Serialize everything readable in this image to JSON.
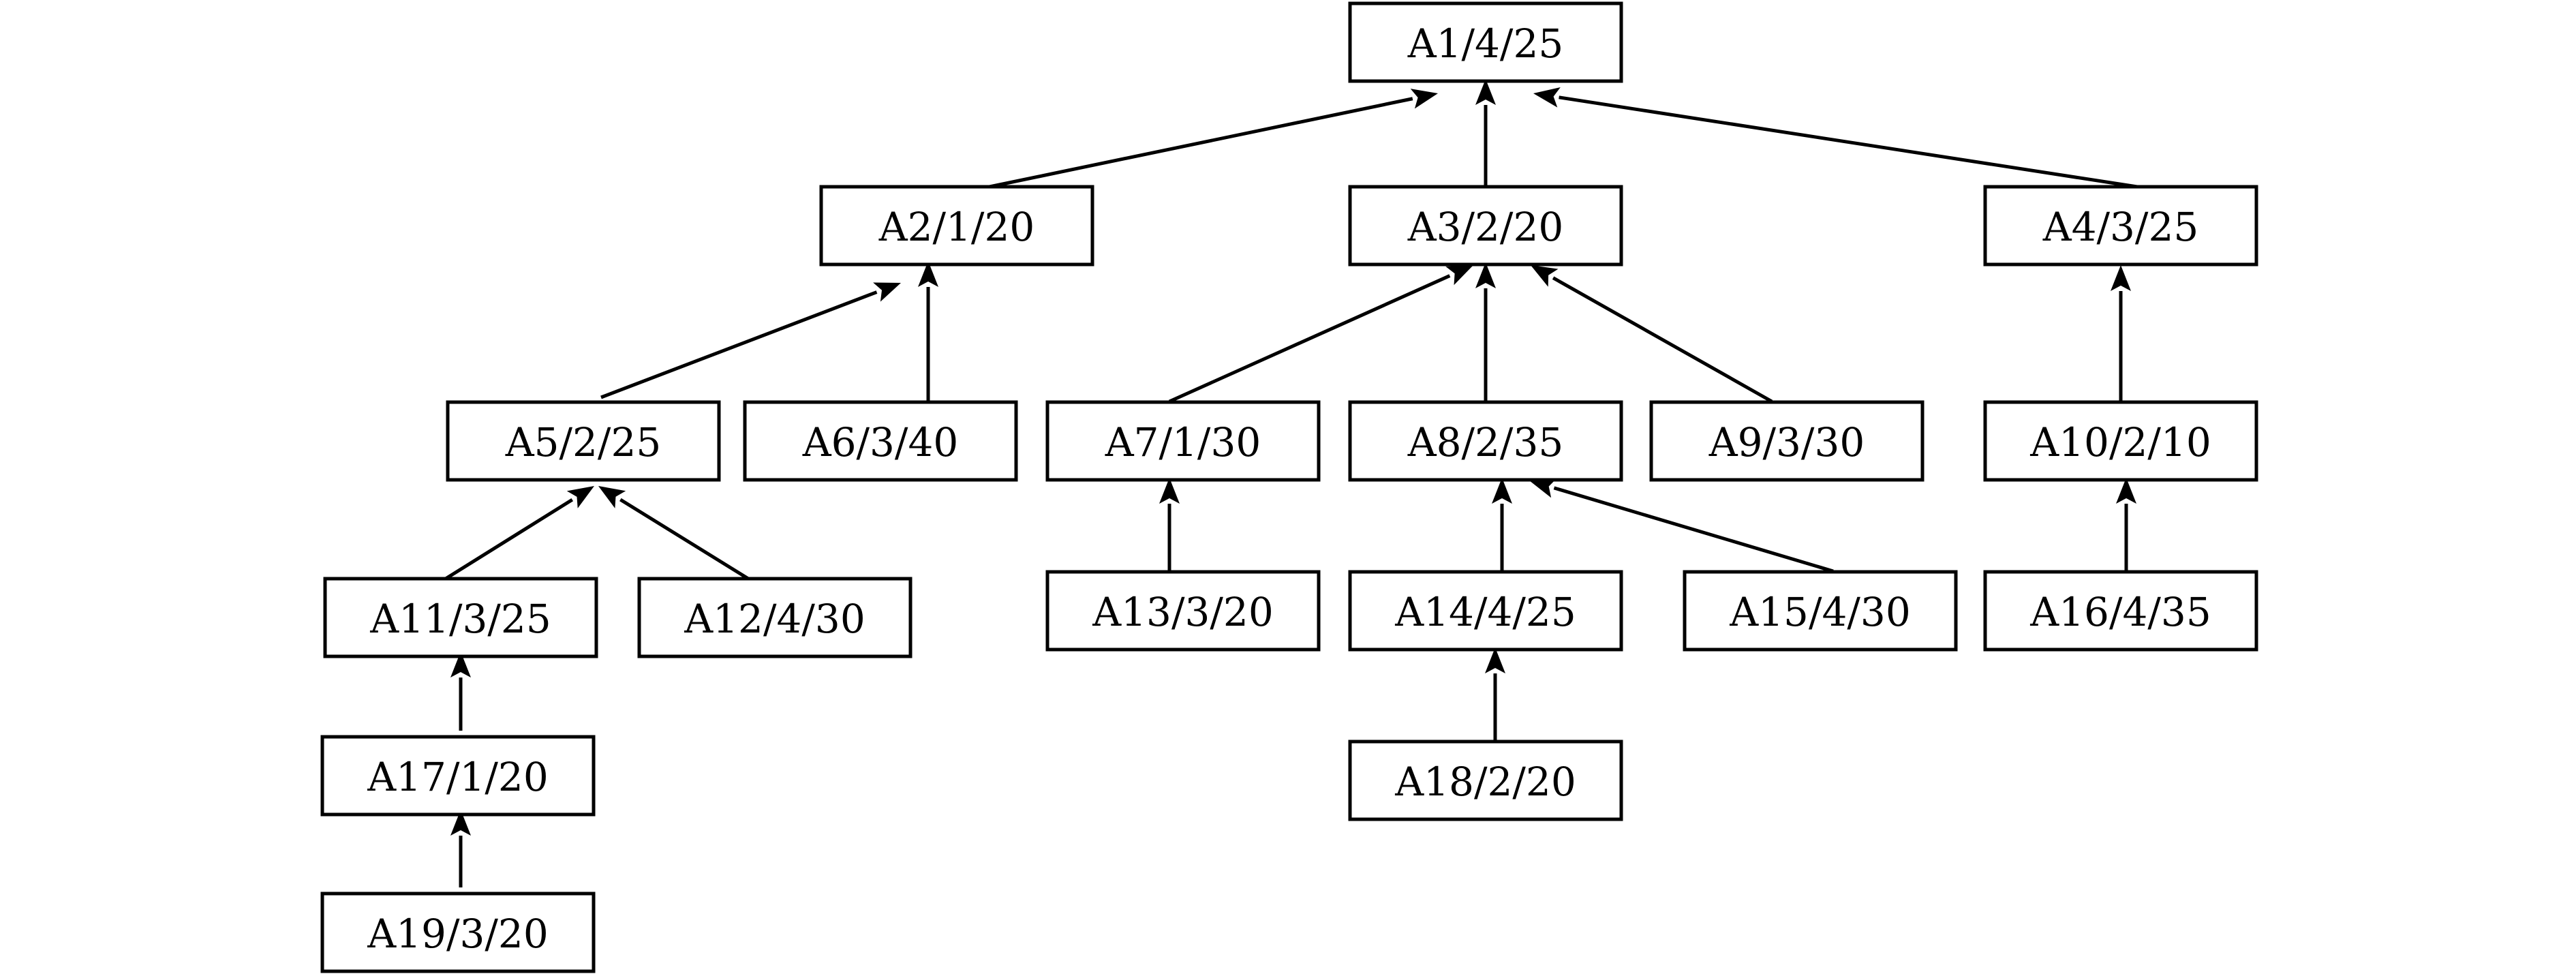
{
  "diagram": {
    "type": "tree",
    "colors": {
      "stroke": "#000000",
      "fill": "#ffffff",
      "text": "#000000"
    },
    "nodes": [
      {
        "id": "A1",
        "label": "A1/4/25"
      },
      {
        "id": "A2",
        "label": "A2/1/20"
      },
      {
        "id": "A3",
        "label": "A3/2/20"
      },
      {
        "id": "A4",
        "label": "A4/3/25"
      },
      {
        "id": "A5",
        "label": "A5/2/25"
      },
      {
        "id": "A6",
        "label": "A6/3/40"
      },
      {
        "id": "A7",
        "label": "A7/1/30"
      },
      {
        "id": "A8",
        "label": "A8/2/35"
      },
      {
        "id": "A9",
        "label": "A9/3/30"
      },
      {
        "id": "A10",
        "label": "A10/2/10"
      },
      {
        "id": "A11",
        "label": "A11/3/25"
      },
      {
        "id": "A12",
        "label": "A12/4/30"
      },
      {
        "id": "A13",
        "label": "A13/3/20"
      },
      {
        "id": "A14",
        "label": "A14/4/25"
      },
      {
        "id": "A15",
        "label": "A15/4/30"
      },
      {
        "id": "A16",
        "label": "A16/4/35"
      },
      {
        "id": "A17",
        "label": "A17/1/20"
      },
      {
        "id": "A18",
        "label": "A18/2/20"
      },
      {
        "id": "A19",
        "label": "A19/3/20"
      }
    ],
    "edges": [
      {
        "from": "A2",
        "to": "A1"
      },
      {
        "from": "A3",
        "to": "A1"
      },
      {
        "from": "A4",
        "to": "A1"
      },
      {
        "from": "A5",
        "to": "A2"
      },
      {
        "from": "A6",
        "to": "A2"
      },
      {
        "from": "A7",
        "to": "A3"
      },
      {
        "from": "A8",
        "to": "A3"
      },
      {
        "from": "A9",
        "to": "A3"
      },
      {
        "from": "A10",
        "to": "A4"
      },
      {
        "from": "A11",
        "to": "A5"
      },
      {
        "from": "A12",
        "to": "A5"
      },
      {
        "from": "A13",
        "to": "A7"
      },
      {
        "from": "A14",
        "to": "A8"
      },
      {
        "from": "A15",
        "to": "A8"
      },
      {
        "from": "A16",
        "to": "A10"
      },
      {
        "from": "A17",
        "to": "A11"
      },
      {
        "from": "A18",
        "to": "A14"
      },
      {
        "from": "A19",
        "to": "A17"
      }
    ]
  }
}
